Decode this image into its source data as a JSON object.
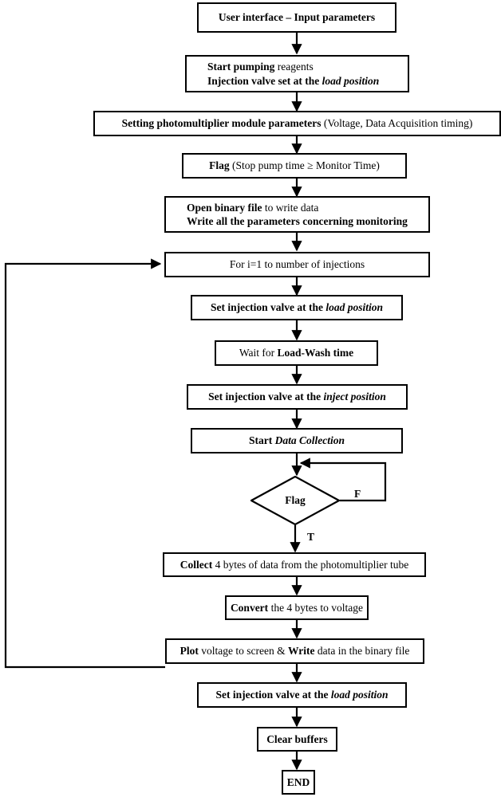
{
  "diagram": {
    "title": "Instrument control software flowchart",
    "type": "flowchart",
    "stroke_color": "#000000",
    "fill_color": "#ffffff",
    "font_color": "#000000"
  },
  "nodes": {
    "user_interface": {
      "id": "user-interface",
      "shape": "process",
      "lines": [
        {
          "segments": [
            {
              "text": "User interface – Input parameters",
              "style": "bold"
            }
          ]
        }
      ]
    },
    "start_pumping": {
      "id": "start-pumping",
      "shape": "process",
      "lines": [
        {
          "segments": [
            {
              "text": "Start pumping ",
              "style": "bold"
            },
            {
              "text": "reagents",
              "style": "regular"
            }
          ]
        },
        {
          "segments": [
            {
              "text": "Injection valve set at the ",
              "style": "bold"
            },
            {
              "text": "load position",
              "style": "bold-italic"
            }
          ]
        }
      ]
    },
    "setting_pmt": {
      "id": "setting-photomultiplier-parameters",
      "shape": "process",
      "lines": [
        {
          "segments": [
            {
              "text": "Setting photomultiplier module parameters ",
              "style": "bold"
            },
            {
              "text": "(Voltage, Data Acquisition timing)",
              "style": "regular"
            }
          ]
        }
      ]
    },
    "flag_condition": {
      "id": "flag-condition",
      "shape": "process",
      "lines": [
        {
          "segments": [
            {
              "text": "Flag ",
              "style": "bold"
            },
            {
              "text": "(Stop pump time ≥ Monitor Time)",
              "style": "regular"
            }
          ]
        }
      ]
    },
    "open_binary_file": {
      "id": "open-binary-file",
      "shape": "process",
      "lines": [
        {
          "segments": [
            {
              "text": "Open binary file ",
              "style": "bold"
            },
            {
              "text": "to write data",
              "style": "regular"
            }
          ]
        },
        {
          "segments": [
            {
              "text": "Write all the parameters concerning monitoring",
              "style": "bold"
            }
          ]
        }
      ]
    },
    "for_loop": {
      "id": "for-loop",
      "shape": "process",
      "lines": [
        {
          "segments": [
            {
              "text": "For i=1 to number of injections",
              "style": "regular"
            }
          ]
        }
      ]
    },
    "set_valve_load_1": {
      "id": "set-injection-valve-load-1",
      "shape": "process",
      "lines": [
        {
          "segments": [
            {
              "text": "Set injection valve at the ",
              "style": "bold"
            },
            {
              "text": "load position",
              "style": "bold-italic"
            }
          ]
        }
      ]
    },
    "wait_load_wash": {
      "id": "wait-load-wash-time",
      "shape": "process",
      "lines": [
        {
          "segments": [
            {
              "text": "Wait for ",
              "style": "regular"
            },
            {
              "text": "Load-Wash time",
              "style": "bold"
            }
          ]
        }
      ]
    },
    "set_valve_inject": {
      "id": "set-injection-valve-inject",
      "shape": "process",
      "lines": [
        {
          "segments": [
            {
              "text": "Set injection valve at the ",
              "style": "bold"
            },
            {
              "text": "inject position",
              "style": "bold-italic"
            }
          ]
        }
      ]
    },
    "start_data_collection": {
      "id": "start-data-collection",
      "shape": "process",
      "lines": [
        {
          "segments": [
            {
              "text": "Start ",
              "style": "bold"
            },
            {
              "text": "Data Collection",
              "style": "bold-italic"
            }
          ]
        }
      ]
    },
    "flag_decision": {
      "id": "flag-decision",
      "shape": "decision",
      "label": "Flag",
      "branch_true": "T",
      "branch_false": "F"
    },
    "collect_bytes": {
      "id": "collect-bytes",
      "shape": "process",
      "lines": [
        {
          "segments": [
            {
              "text": "Collect ",
              "style": "bold"
            },
            {
              "text": "4 bytes of data from the photomultiplier tube",
              "style": "regular"
            }
          ]
        }
      ]
    },
    "convert_bytes": {
      "id": "convert-bytes-to-voltage",
      "shape": "process",
      "lines": [
        {
          "segments": [
            {
              "text": "Convert ",
              "style": "bold"
            },
            {
              "text": "the 4 bytes to voltage",
              "style": "regular"
            }
          ]
        }
      ]
    },
    "plot_write": {
      "id": "plot-and-write",
      "shape": "process",
      "lines": [
        {
          "segments": [
            {
              "text": "Plot ",
              "style": "bold"
            },
            {
              "text": "voltage to screen & ",
              "style": "regular"
            },
            {
              "text": "Write ",
              "style": "bold"
            },
            {
              "text": "data in the binary file",
              "style": "regular"
            }
          ]
        }
      ]
    },
    "set_valve_load_2": {
      "id": "set-injection-valve-load-2",
      "shape": "process",
      "lines": [
        {
          "segments": [
            {
              "text": "Set injection valve at the ",
              "style": "bold"
            },
            {
              "text": "load position",
              "style": "bold-italic"
            }
          ]
        }
      ]
    },
    "clear_buffers": {
      "id": "clear-buffers",
      "shape": "process",
      "lines": [
        {
          "segments": [
            {
              "text": "Clear buffers",
              "style": "bold"
            }
          ]
        }
      ]
    },
    "end": {
      "id": "end",
      "shape": "terminator",
      "lines": [
        {
          "segments": [
            {
              "text": "END",
              "style": "bold"
            }
          ]
        }
      ]
    }
  },
  "edges": [
    {
      "from": "user_interface",
      "to": "start_pumping",
      "label": ""
    },
    {
      "from": "start_pumping",
      "to": "setting_pmt",
      "label": ""
    },
    {
      "from": "setting_pmt",
      "to": "flag_condition",
      "label": ""
    },
    {
      "from": "flag_condition",
      "to": "open_binary_file",
      "label": ""
    },
    {
      "from": "open_binary_file",
      "to": "for_loop",
      "label": ""
    },
    {
      "from": "for_loop",
      "to": "set_valve_load_1",
      "label": ""
    },
    {
      "from": "set_valve_load_1",
      "to": "wait_load_wash",
      "label": ""
    },
    {
      "from": "wait_load_wash",
      "to": "set_valve_inject",
      "label": ""
    },
    {
      "from": "set_valve_inject",
      "to": "start_data_collection",
      "label": ""
    },
    {
      "from": "start_data_collection",
      "to": "flag_decision",
      "label": ""
    },
    {
      "from": "flag_decision",
      "to": "flag_decision",
      "label": "F"
    },
    {
      "from": "flag_decision",
      "to": "collect_bytes",
      "label": "T"
    },
    {
      "from": "collect_bytes",
      "to": "convert_bytes",
      "label": ""
    },
    {
      "from": "convert_bytes",
      "to": "plot_write",
      "label": ""
    },
    {
      "from": "plot_write",
      "to": "for_loop",
      "label": ""
    },
    {
      "from": "plot_write",
      "to": "set_valve_load_2",
      "label": ""
    },
    {
      "from": "set_valve_load_2",
      "to": "clear_buffers",
      "label": ""
    },
    {
      "from": "clear_buffers",
      "to": "end",
      "label": ""
    }
  ]
}
